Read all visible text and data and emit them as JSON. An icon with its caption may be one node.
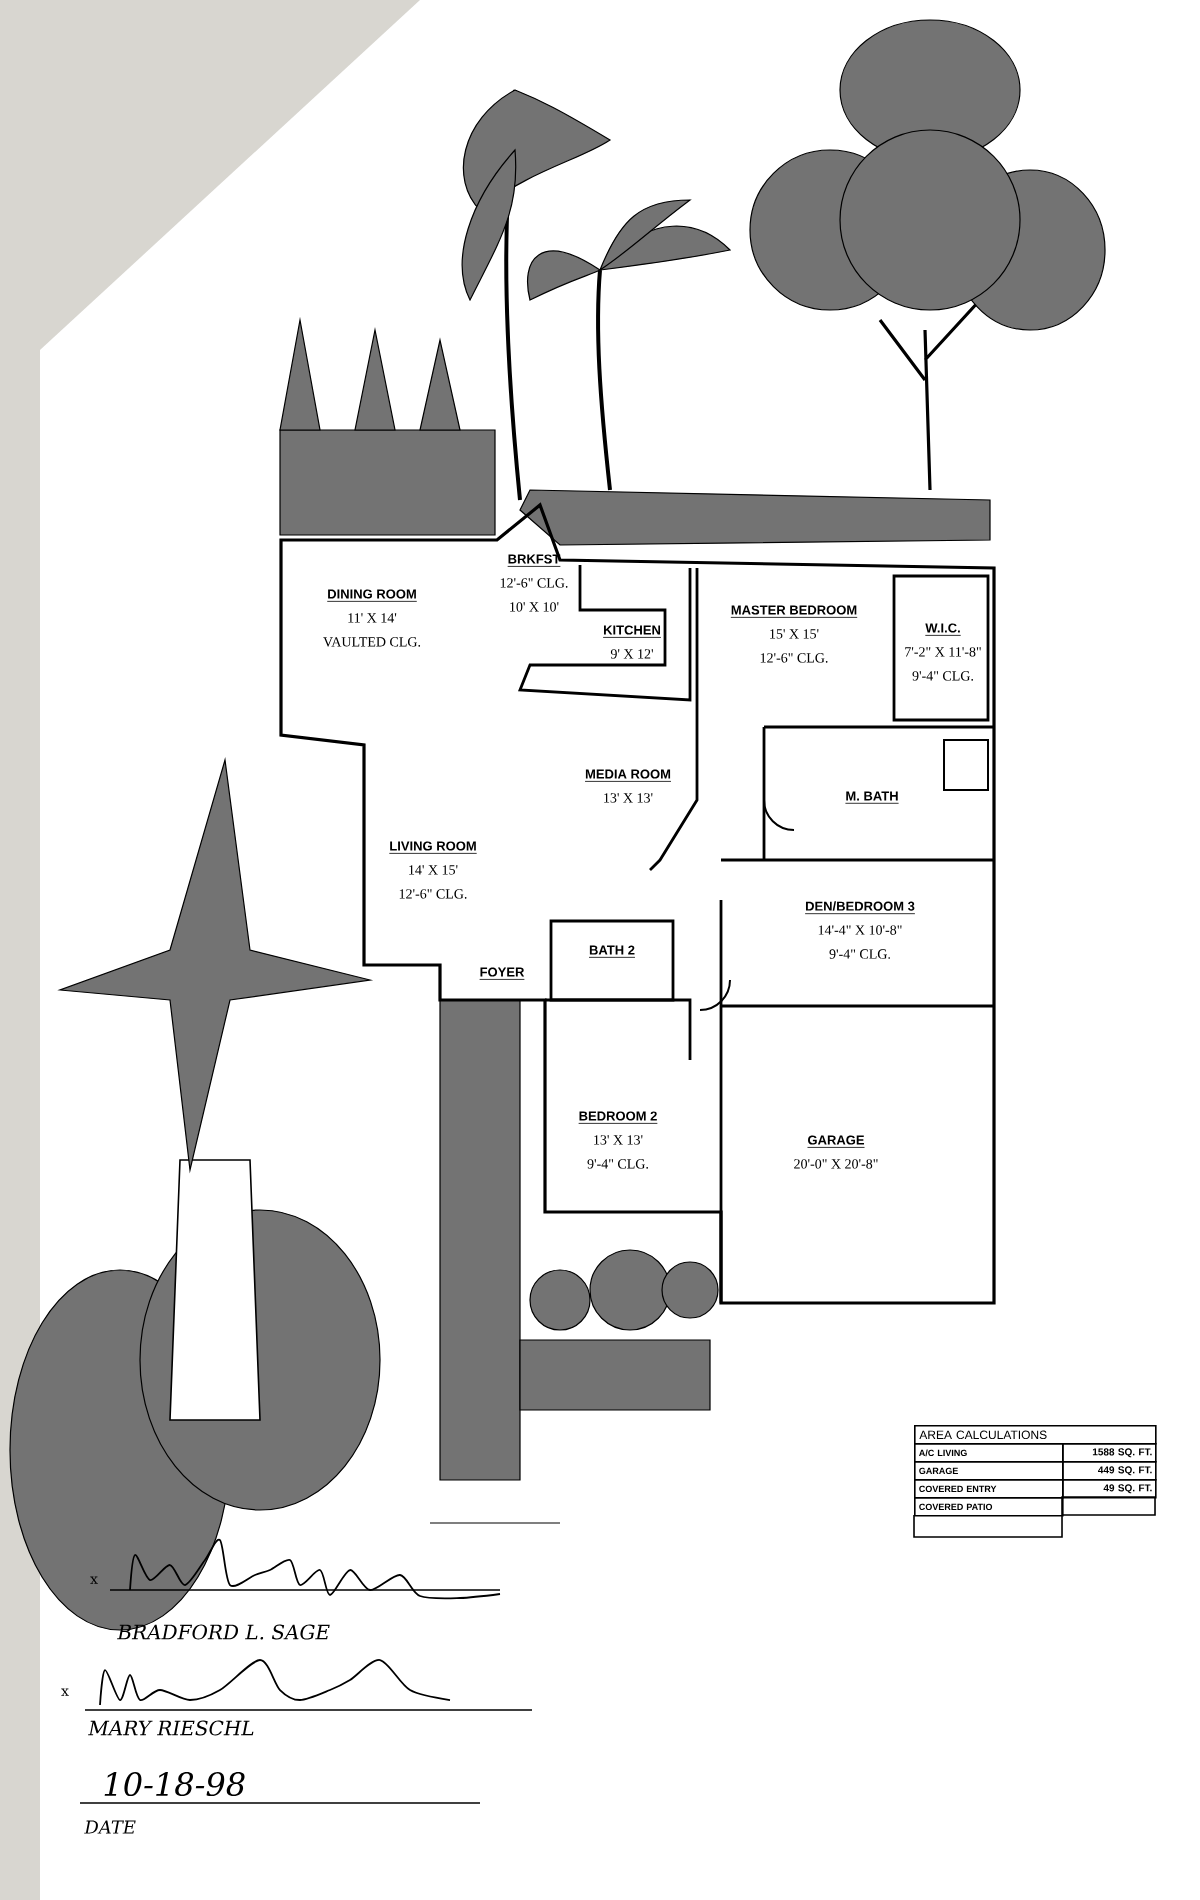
{
  "diagram": {
    "nodes": [
      {
        "text": [
          "DINING ROOM",
          "11' X 14'",
          "VAULTED CLG."
        ]
      },
      {
        "text": [
          "BRKFST",
          "12'-6\" CLG.",
          "10' X 10'"
        ]
      },
      {
        "text": [
          "KITCHEN",
          "9' X 12'"
        ]
      },
      {
        "text": [
          "MASTER BEDROOM",
          "15' X 15'",
          "12'-6\" CLG."
        ]
      },
      {
        "text": [
          "W.I.C.",
          "7'-2\" X 11'-8\"",
          "9'-4\" CLG."
        ]
      },
      {
        "text": [
          "MEDIA ROOM",
          "13' X 13'"
        ]
      },
      {
        "text": [
          "M. BATH"
        ]
      },
      {
        "text": [
          "LIVING ROOM",
          "14' X 15'",
          "12'-6\" CLG."
        ]
      },
      {
        "text": [
          "DEN/BEDROOM 3",
          "14'-4\" X 10'-8\"",
          "9'-4\" CLG."
        ]
      },
      {
        "text": [
          "FOYER"
        ]
      },
      {
        "text": [
          "BATH 2"
        ]
      },
      {
        "text": [
          "BEDROOM 2",
          "13' X 13'",
          "9'-4\" CLG."
        ]
      },
      {
        "text": [
          "GARAGE",
          "20'-0\" X 20'-8\""
        ]
      }
    ],
    "edges": [],
    "labels": [
      "AREA CALCULATIONS",
      "A/C LIVING",
      "1588 SQ. FT.",
      "GARAGE",
      "449 SQ. FT.",
      "COVERED ENTRY",
      "49 SQ. FT.",
      "COVERED PATIO",
      "x",
      "BRADFORD L. SAGE",
      "x",
      "MARY RIESCHL",
      "10-18-98",
      "DATE"
    ]
  }
}
